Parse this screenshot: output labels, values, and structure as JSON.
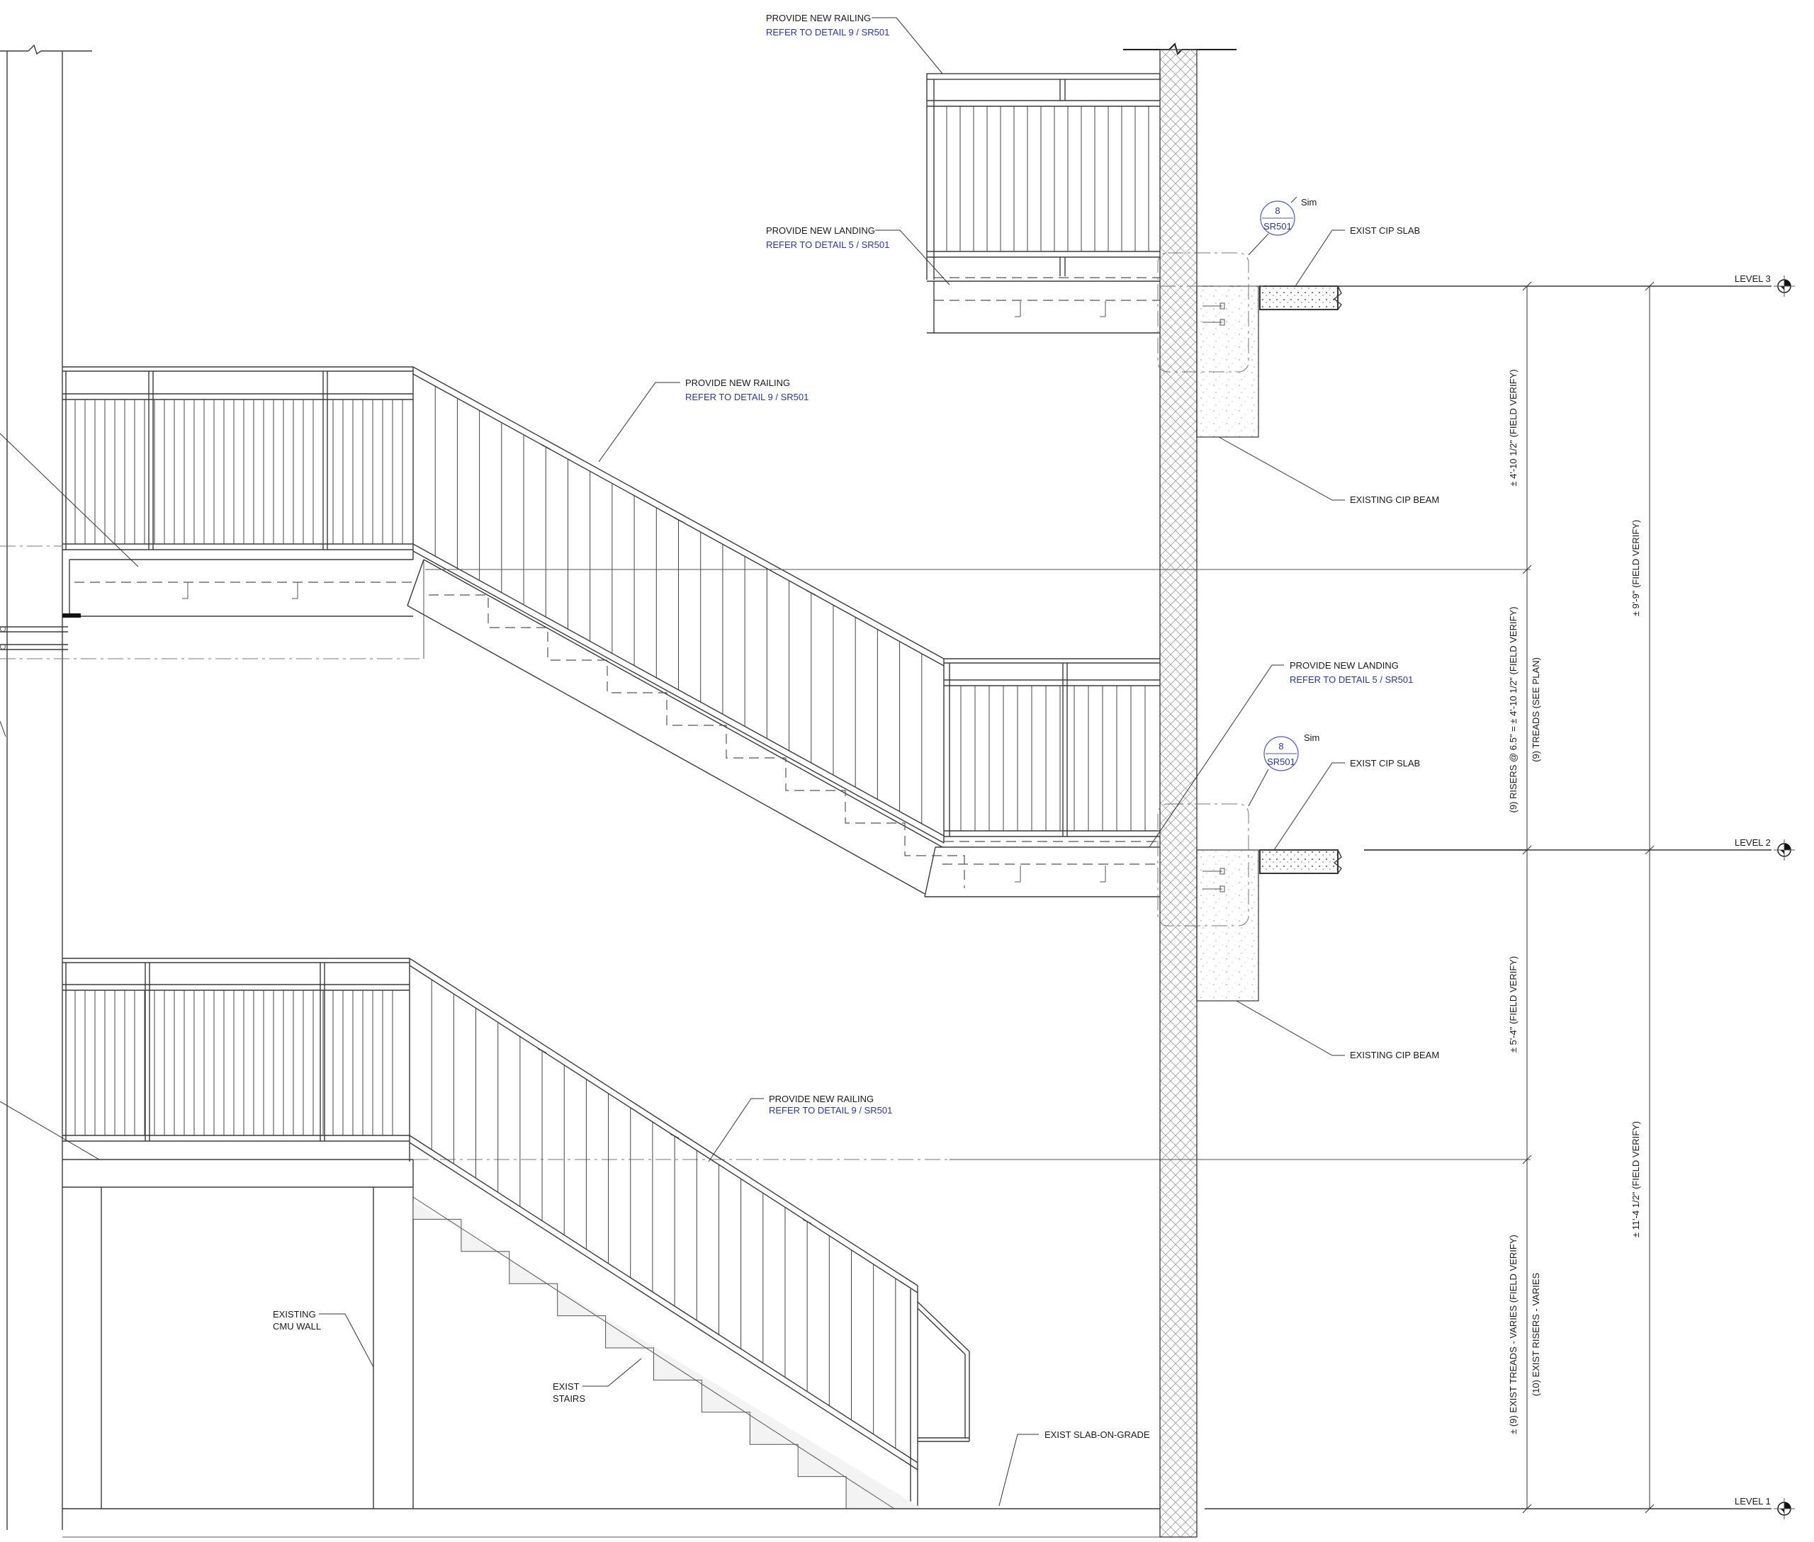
{
  "labels": {
    "railing_top": {
      "line1": "PROVIDE NEW RAILING",
      "line2": "REFER TO DETAIL 9 / SR501"
    },
    "landing_top": {
      "line1": "PROVIDE NEW LANDING",
      "line2": "REFER TO DETAIL 5 / SR501"
    },
    "railing_mid": {
      "line1": "PROVIDE NEW RAILING",
      "line2": "REFER TO DETAIL 9 / SR501"
    },
    "landing_mid": {
      "line1": "PROVIDE NEW LANDING",
      "line2": "REFER TO DETAIL 5 / SR501"
    },
    "railing_low": {
      "line1": "PROVIDE NEW RAILING",
      "line2": "REFER TO DETAIL 9 / SR501"
    },
    "slab_top": "EXIST CIP SLAB",
    "beam_top": "EXISTING CIP BEAM",
    "slab_mid": "EXIST CIP SLAB",
    "beam_mid": "EXISTING CIP BEAM",
    "cmu_wall": {
      "line1": "EXISTING",
      "line2": "CMU WALL"
    },
    "exist_stairs": {
      "line1": "EXIST",
      "line2": "STAIRS"
    },
    "slab_on_grade": "EXIST SLAB-ON-GRADE"
  },
  "detail_tags": [
    {
      "number": "8",
      "sheet": "SR501",
      "note": "Sim"
    },
    {
      "number": "8",
      "sheet": "SR501",
      "note": "Sim"
    }
  ],
  "levels": [
    "LEVEL 3",
    "LEVEL 2",
    "LEVEL 1"
  ],
  "dimensions": {
    "upper_to_level3": "± 4'-10 1/2\" (FIELD VERIFY)",
    "risers_mid": "(9) RISERS @ 6.5\" = ± 4'-10 1/2\"  (FIELD VERIFY)",
    "treads_mid": "(9) TREADS (SEE PLAN)",
    "level2_to_landing": "± 5'-4\" (FIELD VERIFY)",
    "treads_low": "± (9) EXIST TREADS - VARIES (FIELD VERIFY)",
    "risers_low": "(10) EXIST RISERS - VARIES",
    "level2_to_level3": "± 9'-9\" (FIELD VERIFY)",
    "level1_to_level2": "± 11'-4 1/2\" (FIELD VERIFY)"
  }
}
